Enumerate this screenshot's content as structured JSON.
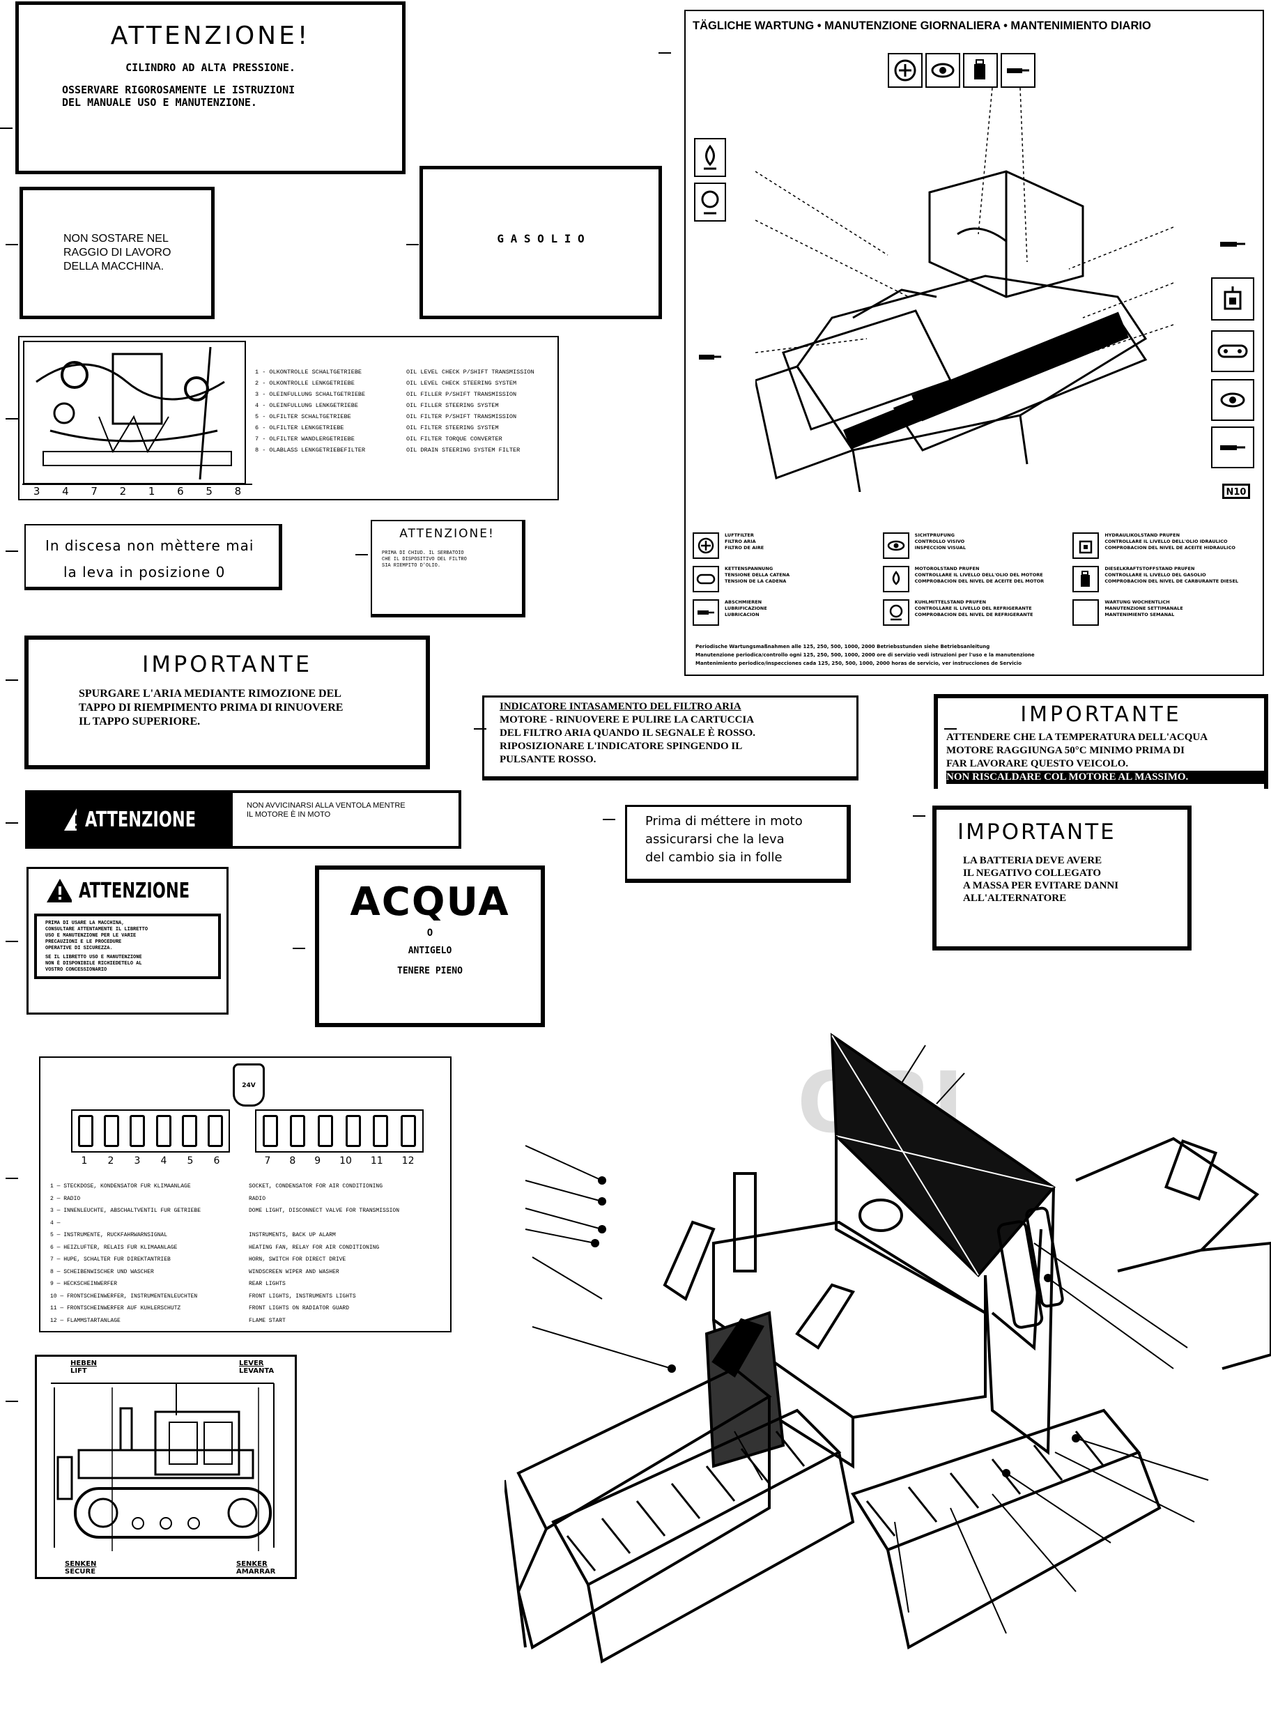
{
  "decals": {
    "attenzione_cilindro": {
      "title": "ATTENZIONE!",
      "line1": "CILINDRO AD ALTA PRESSIONE.",
      "line2": "OSSERVARE RIGOROSAMENTE LE ISTRUZIONI",
      "line3": "DEL MANUALE USO E MANUTENZIONE."
    },
    "non_sostare": {
      "line1": "NON SOSTARE NEL",
      "line2": "RAGGIO DI LAVORO",
      "line3": "DELLA MACCHINA."
    },
    "gasolio": {
      "text": "G A S O L I O"
    },
    "filter_panel": {
      "numbers": [
        "3",
        "4",
        "7",
        "2",
        "1",
        "6",
        "5",
        "8"
      ],
      "rows": [
        {
          "de": "1 - OLKONTROLLE  SCHALTGETRIEBE",
          "en": "OIL LEVEL CHECK P/SHIFT TRANSMISSION"
        },
        {
          "de": "2 - OLKONTROLLE  LENKGETRIEBE",
          "en": "OIL LEVEL CHECK STEERING SYSTEM"
        },
        {
          "de": "3 - OLEINFULLUNG SCHALTGETRIEBE",
          "en": "OIL FILLER    P/SHIFT TRANSMISSION"
        },
        {
          "de": "4 - OLEINFULLUNG LENKGETRIEBE",
          "en": "OIL FILLER    STEERING SYSTEM"
        },
        {
          "de": "5 - OLFILTER     SCHALTGETRIEBE",
          "en": "OIL FILTER    P/SHIFT TRANSMISSION"
        },
        {
          "de": "6 - OLFILTER     LENKGETRIEBE",
          "en": "OIL FILTER    STEERING SYSTEM"
        },
        {
          "de": "7 - OLFILTER     WANDLERGETRIEBE",
          "en": "OIL FILTER    TORQUE CONVERTER"
        },
        {
          "de": "8 - OLABLASS     LENKGETRIEBEFILTER",
          "en": "OIL DRAIN     STEERING SYSTEM FILTER"
        }
      ]
    },
    "discesa": {
      "line1": "In discesa non mèttere mai",
      "line2": "la leva in posizione 0"
    },
    "attenzione_small": {
      "title": "ATTENZIONE!",
      "line1": "PRIMA DI CHIUD. IL SERBATOIO",
      "line2": "CHE IL DISPOSITIVO DEL FILTRO",
      "line3": "SIA RIEMPITO D'OLIO."
    },
    "importante_spurgare": {
      "title": "IMPORTANTE",
      "line1": "SPURGARE L'ARIA MEDIANTE RIMOZIONE DEL",
      "line2": "TAPPO DI RIEMPIMENTO PRIMA DI RINUOVERE",
      "line3": "IL TAPPO SUPERIORE."
    },
    "indicatore": {
      "line1": "INDICATORE    INTASAMENTO DEL FILTRO ARIA",
      "line2": "MOTORE  -  RINUOVERE E PULIRE LA CARTUCCIA",
      "line3": "DEL FILTRO ARIA QUANDO IL SEGNALE È ROSSO.",
      "line4": "RIPOSIZIONARE L'INDICATORE SPINGENDO IL",
      "line5": "PULSANTE ROSSO."
    },
    "importante_temperatura": {
      "title": "IMPORTANTE",
      "line1": "ATTENDERE CHE LA TEMPERATURA DELL'ACQUA",
      "line2": "MOTORE RAGGIUNGA 50°C MINIMO PRIMA DI",
      "line3": "FAR LAVORARE QUESTO VEICOLO.",
      "line4": "NON RISCALDARE COL MOTORE AL MASSIMO."
    },
    "ventola": {
      "title": "ATTENZIONE",
      "line1": "NON AVVICINARSI ALLA VENTOLA MENTRE",
      "line2": "IL MOTORE È IN MOTO"
    },
    "moto": {
      "line1": "Prima di méttere in moto",
      "line2": "assicurarsi che la leva",
      "line3": "del cambio sia in folle"
    },
    "importante_batteria": {
      "title": "IMPORTANTE",
      "line1": "LA BATTERIA DEVE AVERE",
      "line2": "IL NEGATIVO COLLEGATO",
      "line3": "A MASSA PER EVITARE DANNI",
      "line4": "ALL'ALTERNATORE"
    },
    "attenzione_libretto": {
      "title": "ATTENZIONE",
      "line1": "PRIMA DI USARE LA MACCHINA,",
      "line2": "CONSULTARE ATTENTAMENTE IL LIBRETTO",
      "line3": "USO E MANUTENZIONE PER LE VARIE",
      "line4": "PRECAUZIONI E LE PROCEDURE",
      "line5": "OPERATIVE DI SICUREZZA.",
      "line6": "SE IL LIBRETTO USO E MANUTENZIONE",
      "line7": "NON È DISPONIBILE RICHIEDETELO AL",
      "line8": "VOSTRO CONCESSIONARIO"
    },
    "acqua": {
      "title": "ACQUA",
      "line1": "O",
      "line2": "ANTIGELO",
      "line3": "TENERE PIENO"
    },
    "fuses": {
      "badge": "24V",
      "numbers": [
        "1",
        "2",
        "3",
        "4",
        "5",
        "6",
        "7",
        "8",
        "9",
        "10",
        "11",
        "12"
      ],
      "rows": [
        {
          "de": "1  — STECKDOSE, KONDENSATOR FUR KLIMAANLAGE",
          "en": "SOCKET, CONDENSATOR FOR AIR CONDITIONING"
        },
        {
          "de": "2  — RADIO",
          "en": "RADIO"
        },
        {
          "de": "3  — INNENLEUCHTE, ABSCHALTVENTIL FUR GETRIEBE",
          "en": "DOME LIGHT, DISCONNECT VALVE FOR TRANSMISSION"
        },
        {
          "de": "4  —",
          "en": ""
        },
        {
          "de": "5  — INSTRUMENTE, RUCKFAHRWARNSIGNAL",
          "en": "INSTRUMENTS, BACK UP ALARM"
        },
        {
          "de": "6  — HEIZLUFTER, RELAIS FUR KLIMAANLAGE",
          "en": "HEATING FAN, RELAY FOR AIR CONDITIONING"
        },
        {
          "de": "7  — HUPE, SCHALTER FUR DIREKTANTRIEB",
          "en": "HORN, SWITCH FOR DIRECT DRIVE"
        },
        {
          "de": "8  — SCHEIBENWISCHER UND WASCHER",
          "en": "WINDSCREEN WIPER AND WASHER"
        },
        {
          "de": "9  — HECKSCHEINWERFER",
          "en": "REAR LIGHTS"
        },
        {
          "de": "10 — FRONTSCHEINWERFER, INSTRUMENTENLEUCHTEN",
          "en": "FRONT LIGHTS, INSTRUMENTS LIGHTS"
        },
        {
          "de": "11 — FRONTSCHEINWERFER AUF KUHLERSCHUTZ",
          "en": "FRONT LIGHTS ON RADIATOR GUARD"
        },
        {
          "de": "12 — FLAMMSTARTANLAGE",
          "en": "FLAME START"
        }
      ]
    },
    "lift": {
      "heben": "HEBEN",
      "lift": "LIFT",
      "lever": "LEVER",
      "levanta": "LEVANTA",
      "senken": "SENKEN",
      "secure": "SECURE",
      "senker": "SENKER",
      "amarrar": "AMARRAR"
    },
    "wartung": {
      "title": "TÄGLICHE WARTUNG • MANUTENZIONE GIORNALIERA • MANTENIMIENTO DIARIO",
      "model": "N10",
      "legend": [
        [
          "LUFTFILTER",
          "FILTRO ARIA",
          "FILTRO DE AIRE"
        ],
        [
          "SICHTPRUFUNG",
          "CONTROLLO VISIVO",
          "INSPECCION VISUAL"
        ],
        [
          "HYDRAULIKOLSTAND PRUFEN",
          "CONTROLLARE IL LIVELLO DELL'OLIO IDRAULICO",
          "COMPROBACION DEL NIVEL DE ACEITE HIDRAULICO"
        ],
        [
          "KETTENSPANNUNG",
          "TENSIONE DELLA CATENA",
          "TENSION DE LA CADENA"
        ],
        [
          "MOTOROLSTAND PRUFEN",
          "CONTROLLARE IL LIVELLO DELL'OLIO DEL MOTORE",
          "COMPROBACION DEL NIVEL DE ACEITE DEL MOTOR"
        ],
        [
          "DIESELKRAFTSTOFFSTAND PRUFEN",
          "CONTROLLARE IL LIVELLO DEL GASOLIO",
          "COMPROBACION DEL NIVEL DE CARBURANTE DIESEL"
        ],
        [
          "ABSCHMIEREN",
          "LUBRIFICAZIONE",
          "LUBRICACION"
        ],
        [
          "KUHLMITTELSTAND PRUFEN",
          "CONTROLLARE IL LIVELLO DEL REFRIGERANTE",
          "COMPROBACION DEL NIVEL DE REFRIGERANTE"
        ],
        [
          "WARTUNG WOCHENTLICH",
          "MANUTENZIONE SETTIMANALE",
          "MANTENIMIENTO SEMANAL"
        ]
      ],
      "footer1": "Periodische Wartungsmaßnahmen alle 125, 250, 500, 1000, 2000 Betriebsstunden siehe Betriebsanleitung",
      "footer2": "Manutenzione periodica/controllo ogni 125, 250, 500, 1000, 2000 ore di servizio vedi istruzioni per l'uso e la manutenzione",
      "footer3": "Mantenimiento periodico/inspecciones cada 125, 250, 500, 1000, 2000 horas de servicio, ver instrucciones de Servicio"
    },
    "watermark": "ORI"
  }
}
